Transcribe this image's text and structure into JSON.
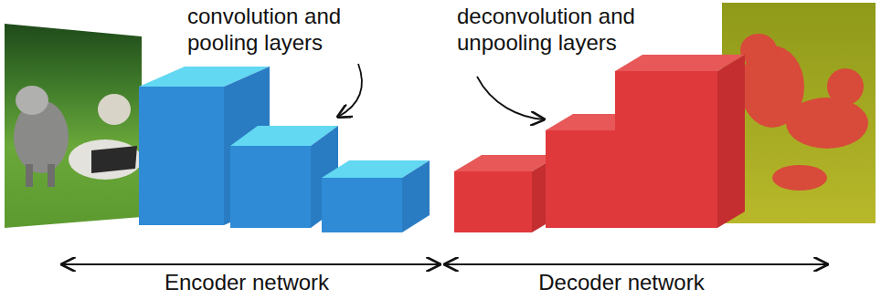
{
  "diagram": {
    "labels": [
      "convolution and pooling layers",
      "deconvolution and unpooling layers",
      "Encoder network",
      "Decoder network"
    ]
  }
}
